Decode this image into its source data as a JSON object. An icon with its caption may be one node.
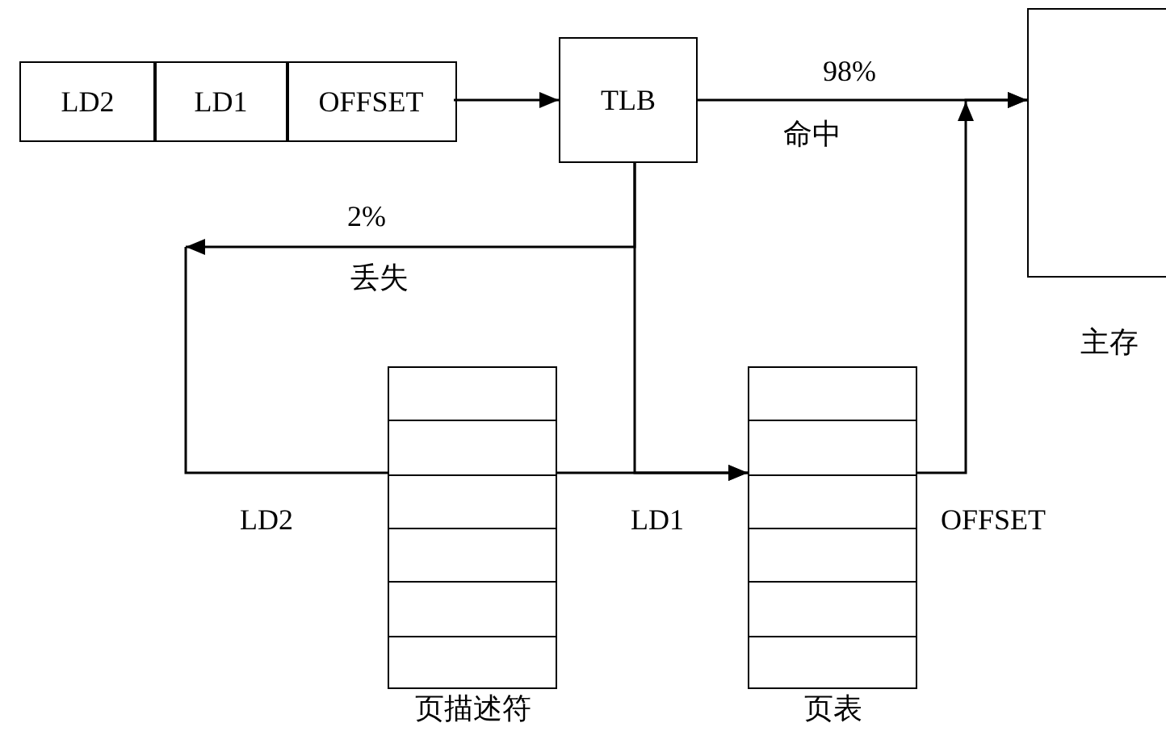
{
  "diagram": {
    "nodes": [
      {
        "text": [
          "LD2",
          "LD1",
          "OFFSET"
        ]
      },
      {
        "text": [
          "TLB"
        ]
      },
      {
        "text": [
          "主存"
        ]
      },
      {
        "text": [
          "页描述符"
        ]
      },
      {
        "text": [
          "页表"
        ]
      }
    ],
    "edges": [
      {
        "from": 0,
        "to": 1,
        "arrow": "to"
      },
      {
        "from": 1,
        "to": 2,
        "arrow": "to",
        "label": "98%"
      },
      {
        "from": 1,
        "to": null,
        "arrow": "to",
        "label": "2%"
      },
      {
        "from": null,
        "to": 3,
        "arrow": "none"
      },
      {
        "from": 3,
        "to": 4,
        "arrow": "to"
      },
      {
        "from": 1,
        "to": 4,
        "arrow": "to"
      },
      {
        "from": 4,
        "to": 2,
        "arrow": "to"
      }
    ],
    "labels": [
      "命中",
      "丢失",
      "LD2",
      "LD1",
      "OFFSET"
    ]
  }
}
